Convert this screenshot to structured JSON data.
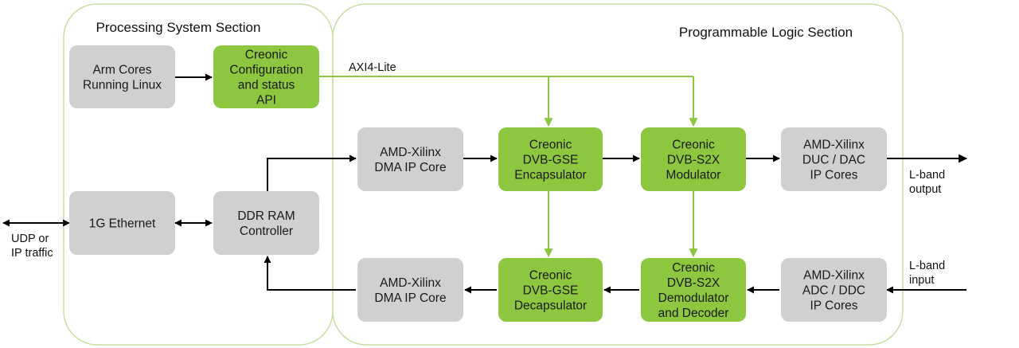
{
  "colors": {
    "grey_box": "#d0d0d0",
    "green_box": "#8dc63f",
    "green_line": "#8dc63f",
    "black_line": "#000000",
    "section_border": "#c8dfa0"
  },
  "sections": {
    "ps": {
      "title": "Processing System Section"
    },
    "pl": {
      "title": "Programmable Logic Section"
    }
  },
  "nodes": {
    "arm": {
      "lines": [
        "Arm Cores",
        "Running Linux"
      ]
    },
    "api": {
      "lines": [
        "Creonic",
        "Configuration",
        "and status",
        "API"
      ]
    },
    "eth": {
      "lines": [
        "1G Ethernet"
      ]
    },
    "ddr": {
      "lines": [
        "DDR RAM",
        "Controller"
      ]
    },
    "dma_tx": {
      "lines": [
        "AMD-Xilinx",
        "DMA IP Core"
      ]
    },
    "gse_enc": {
      "lines": [
        "Creonic",
        "DVB-GSE",
        "Encapsulator"
      ]
    },
    "s2x_mod": {
      "lines": [
        "Creonic",
        "DVB-S2X",
        "Modulator"
      ]
    },
    "duc": {
      "lines": [
        "AMD-Xilinx",
        "DUC / DAC",
        "IP Cores"
      ]
    },
    "dma_rx": {
      "lines": [
        "AMD-Xilinx",
        "DMA IP Core"
      ]
    },
    "gse_dec": {
      "lines": [
        "Creonic",
        "DVB-GSE",
        "Decapsulator"
      ]
    },
    "s2x_demod": {
      "lines": [
        "Creonic",
        "DVB-S2X",
        "Demodulator",
        "and Decoder"
      ]
    },
    "adc": {
      "lines": [
        "AMD-Xilinx",
        "ADC / DDC",
        "IP Cores"
      ]
    }
  },
  "labels": {
    "axi": "AXI4-Lite",
    "udp": [
      "UDP or",
      "IP traffic"
    ],
    "lband_out": [
      "L-band",
      "output"
    ],
    "lband_in": [
      "L-band",
      "input"
    ]
  }
}
